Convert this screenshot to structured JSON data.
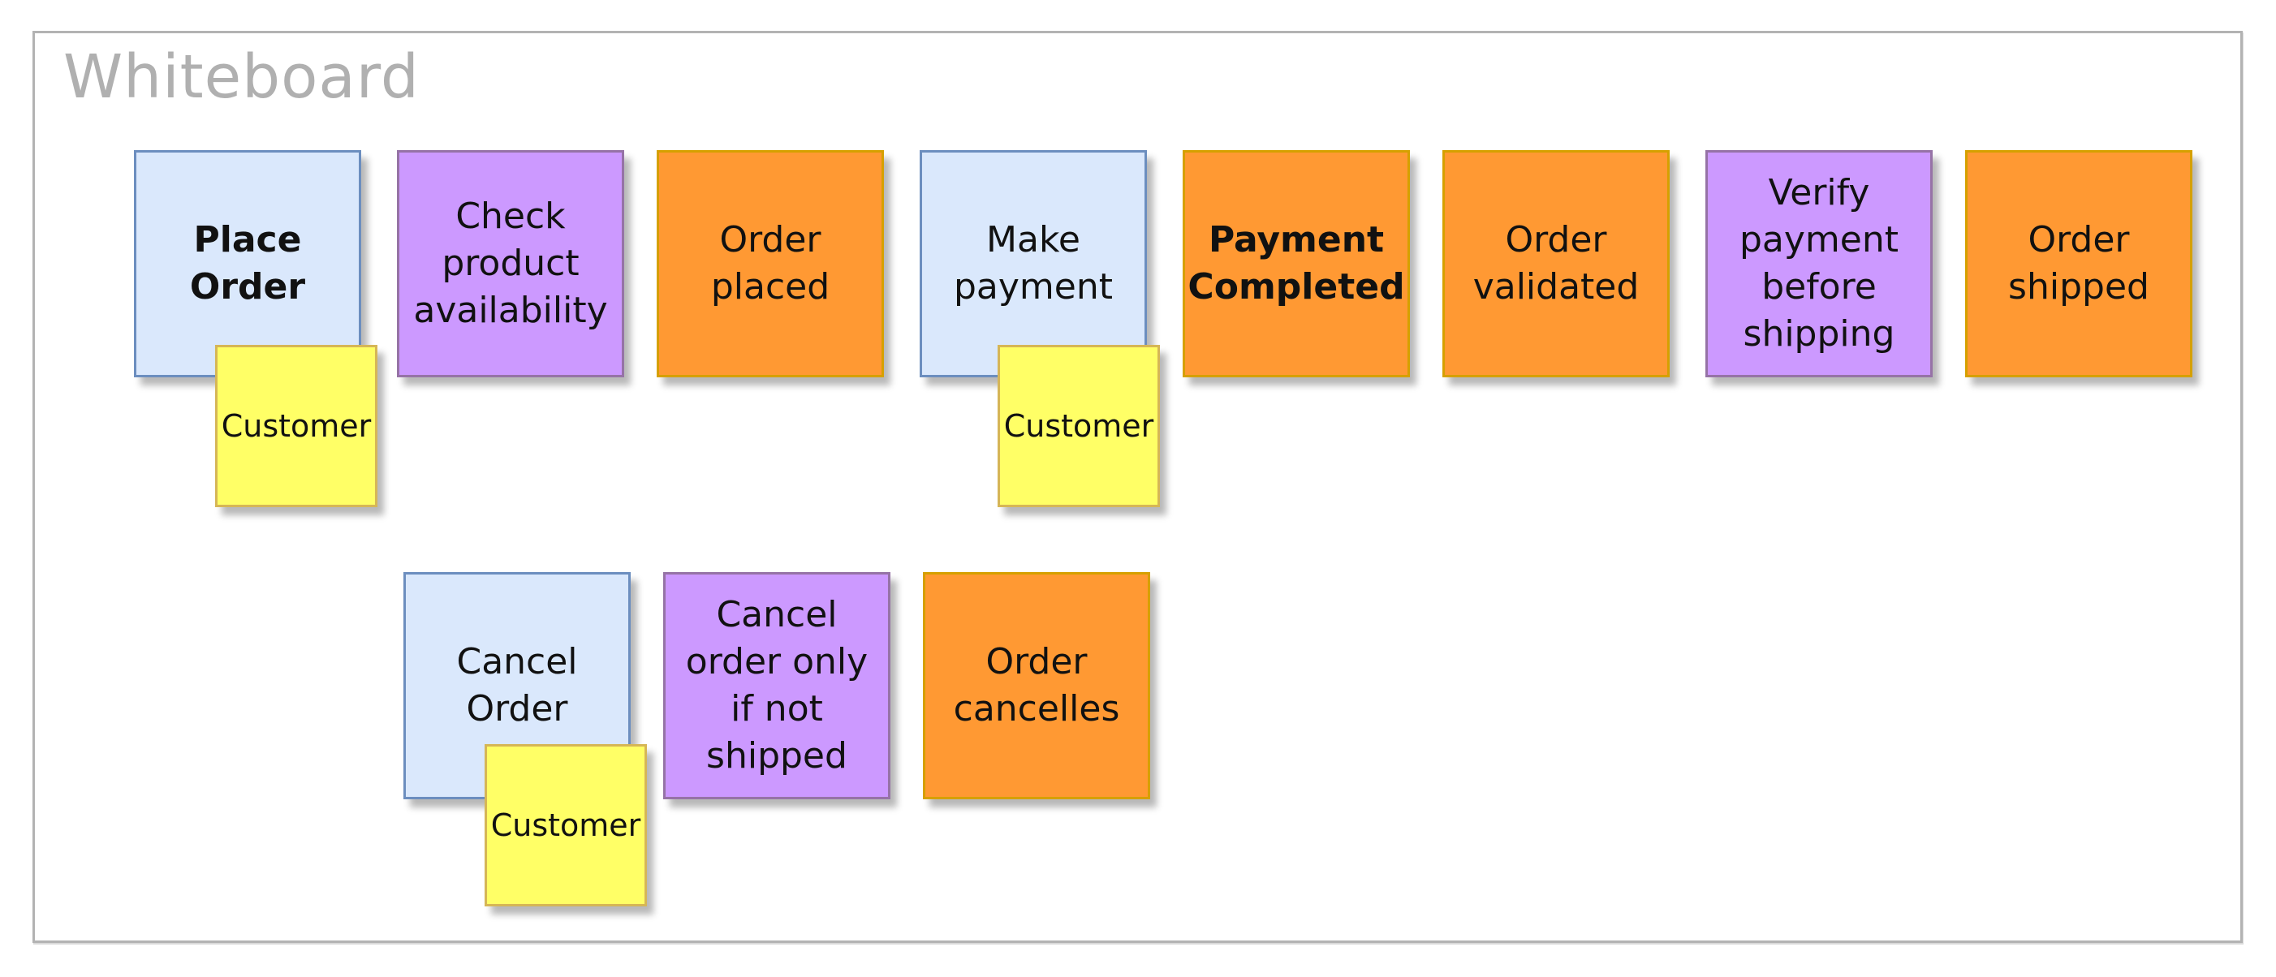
{
  "board": {
    "title": "Whiteboard"
  },
  "notes": [
    {
      "text": "Place\nOrder",
      "kind": "command",
      "color": "#dae8fc"
    },
    {
      "text": "Check\nproduct\navailability",
      "kind": "policy",
      "color": "#cc99ff"
    },
    {
      "text": "Order\nplaced",
      "kind": "event",
      "color": "#ff9933"
    },
    {
      "text": "Make\npayment",
      "kind": "command",
      "color": "#dae8fc"
    },
    {
      "text": "Payment\nCompleted",
      "kind": "event",
      "color": "#ff9933"
    },
    {
      "text": "Order\nvalidated",
      "kind": "event",
      "color": "#ff9933"
    },
    {
      "text": "Verify\npayment\nbefore\nshipping",
      "kind": "policy",
      "color": "#cc99ff"
    },
    {
      "text": "Order\nshipped",
      "kind": "event",
      "color": "#ff9933"
    },
    {
      "text": "Cancel\nOrder",
      "kind": "command",
      "color": "#dae8fc"
    },
    {
      "text": "Cancel\norder only\nif not\nshipped",
      "kind": "policy",
      "color": "#cc99ff"
    },
    {
      "text": "Order\ncancelles",
      "kind": "event",
      "color": "#ff9933"
    }
  ],
  "actors": [
    {
      "text": "Customer",
      "color": "#ffff66"
    },
    {
      "text": "Customer",
      "color": "#ffff66"
    },
    {
      "text": "Customer",
      "color": "#ffff66"
    }
  ]
}
